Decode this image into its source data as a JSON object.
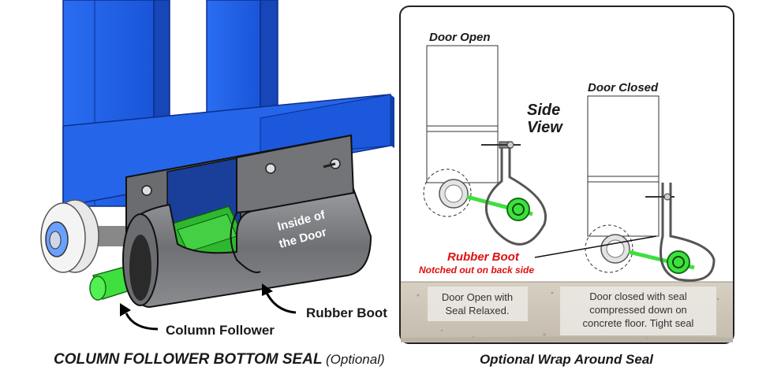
{
  "left_panel": {
    "caption_main": "COLUMN FOLLOWER BOTTOM SEAL",
    "caption_optional": "(Optional)",
    "inside_line1": "Inside of",
    "inside_line2": "the Door",
    "rubber_boot": "Rubber Boot",
    "column_follower": "Column Follower"
  },
  "right_panel": {
    "door_open": "Door Open",
    "door_closed": "Door Closed",
    "side_line1": "Side",
    "side_line2": "View",
    "rubber_boot": "Rubber Boot",
    "notched": "Notched out on back side",
    "box1_line1": "Door Open with",
    "box1_line2": "Seal Relaxed.",
    "box2_line1": "Door closed with seal",
    "box2_line2": "compressed down on",
    "box2_line3": "concrete floor. Tight seal",
    "caption": "Optional Wrap Around Seal"
  },
  "colors": {
    "door_blue": "#1f5fe6",
    "follower_green": "#3ee03e",
    "boot_gray": "#7a7c80",
    "label_red": "#e01010",
    "concrete": "#cfc8bc"
  }
}
